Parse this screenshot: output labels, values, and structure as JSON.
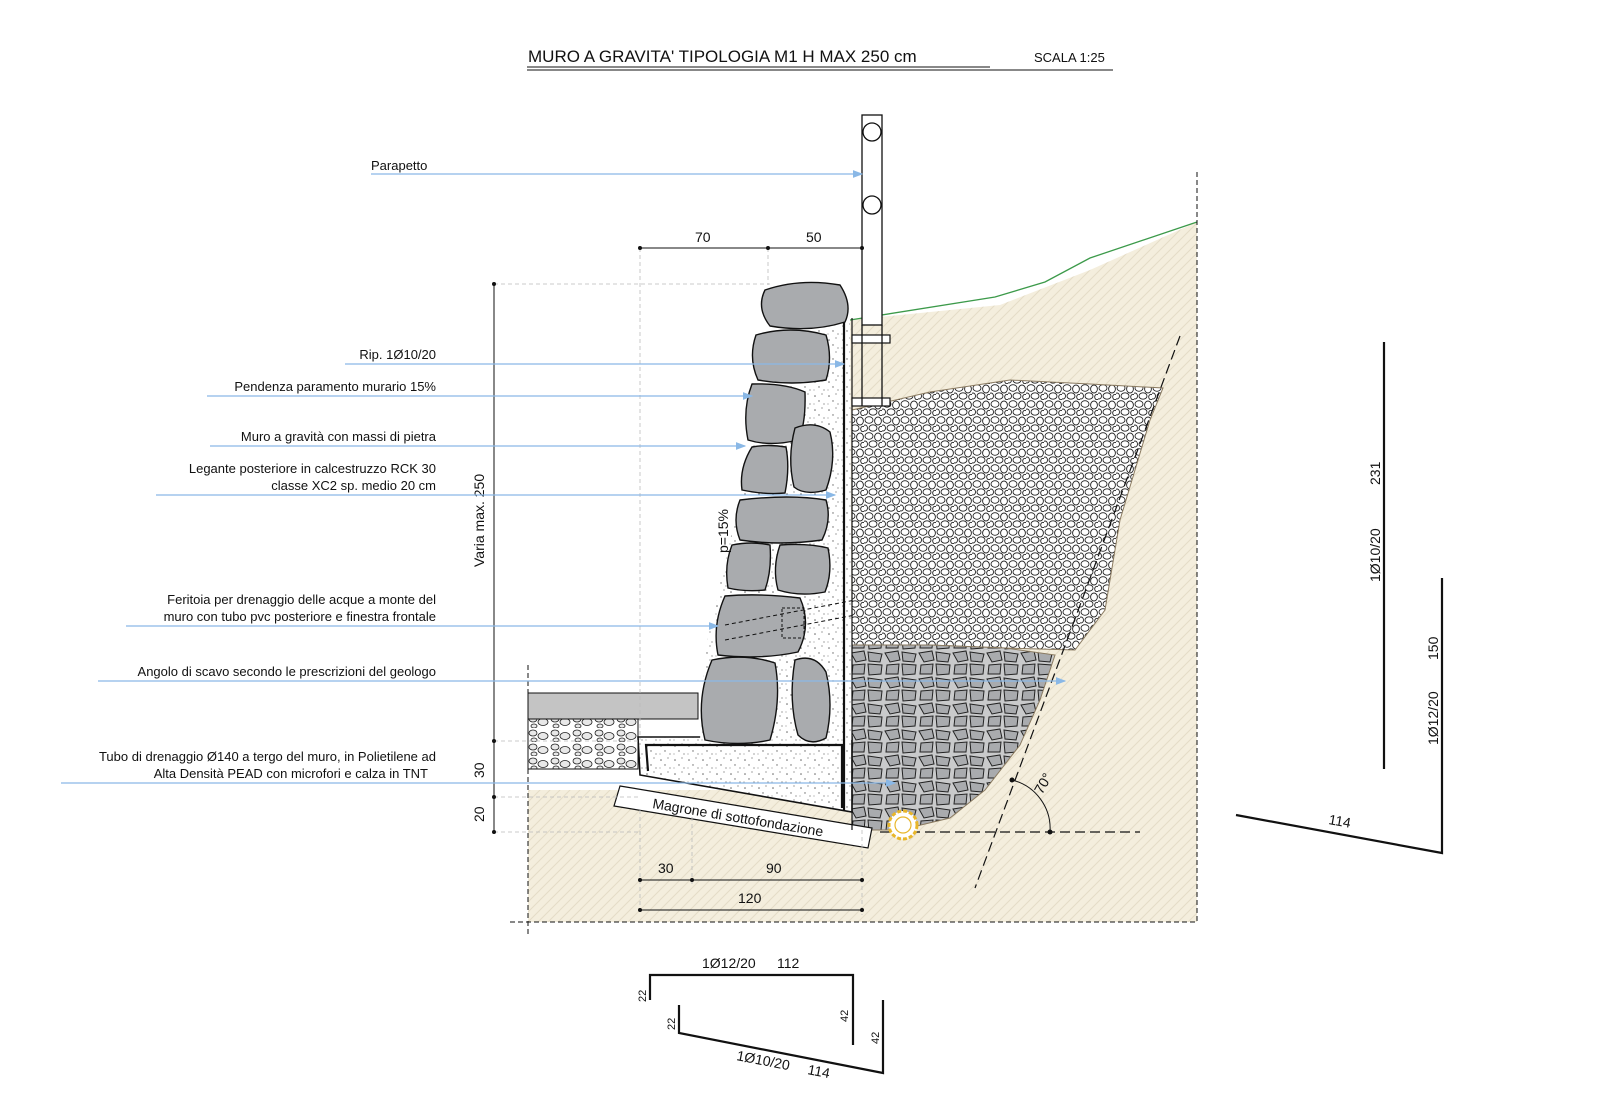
{
  "title": {
    "main": "MURO A GRAVITA'  TIPOLOGIA  M1 H MAX 250 cm",
    "scale": "SCALA 1:25"
  },
  "labels": {
    "parapetto": "Parapetto",
    "rip": "Rip. 1Ø10/20",
    "pendenza": "Pendenza paramento murario 15%",
    "muro": "Muro a gravità con massi di pietra",
    "legante_1": "Legante posteriore in calcestruzzo RCK 30",
    "legante_2": "classe XC2 sp. medio 20 cm",
    "feritoia_1": "Feritoia per drenaggio delle acque a monte del",
    "feritoia_2": "muro con tubo pvc posteriore e finestra frontale",
    "angolo": "Angolo di scavo secondo le prescrizioni del geologo",
    "tubo_1": "Tubo di drenaggio Ø140 a tergo del muro, in Polietilene ad",
    "tubo_2": "Alta Densità PEAD con microfori e calza in TNT",
    "magrone": "Magrone di sottofondazione",
    "slope": "p=15%",
    "angle": "70°"
  },
  "dimensions": {
    "top_left": "70",
    "top_right": "50",
    "height": "Varia max. 250",
    "footing": "30",
    "magrone": "20",
    "base_left": "30",
    "base_right": "90",
    "base_total": "120"
  },
  "bars": {
    "bar1_label": "1Ø10/20",
    "bar1_height": "231",
    "bar2_label": "1Ø12/20",
    "bar2_height": "150",
    "bar_base": "114",
    "bottom1_label": "1Ø12/20",
    "bottom1_len": "112",
    "bottom1_left": "22",
    "bottom1_right": "42",
    "bottom2_label": "1Ø10/20",
    "bottom2_len": "114",
    "bottom2_left": "22",
    "bottom2_right": "42"
  },
  "colors": {
    "leader": "#8ab8e6",
    "ground": "#f4eedd",
    "stone": "#a9abae",
    "terrain_line": "#3c9a4a",
    "drain_ring": "#e8b62a"
  }
}
